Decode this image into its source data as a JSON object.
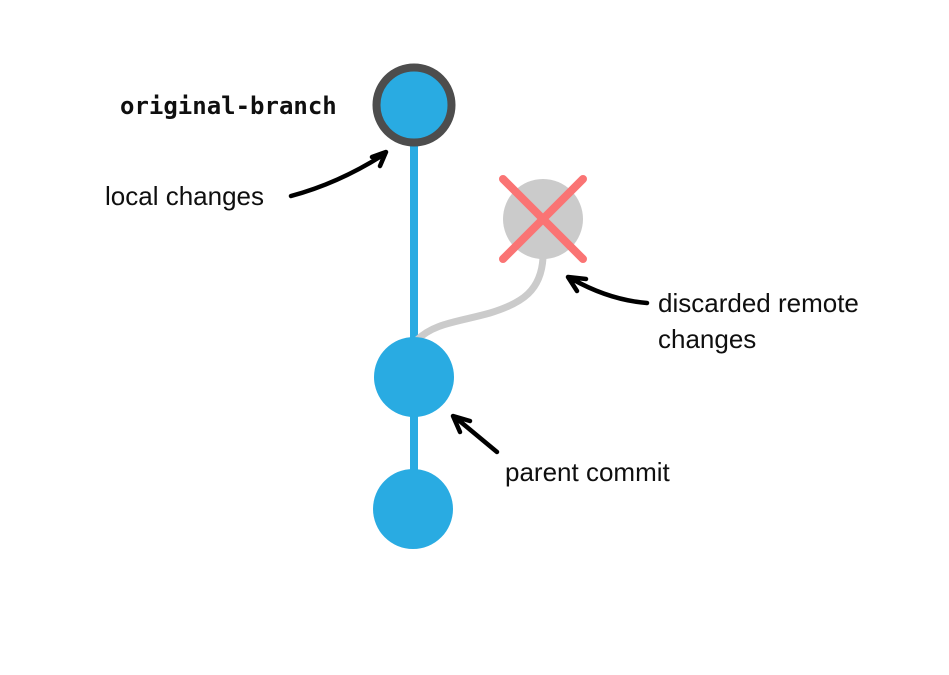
{
  "diagram": {
    "title_context": "git branch diagram",
    "branch_label": "original-branch",
    "annotations": {
      "local_changes": "local changes",
      "discarded_remote_line1": "discarded remote",
      "discarded_remote_line2": "changes",
      "parent_commit": "parent commit"
    }
  },
  "colors": {
    "commit_blue": "#29ABE2",
    "head_ring_gray": "#4D4D4D",
    "discarded_gray": "#CBCBCB",
    "cross_red": "#FA7474",
    "annotation_black": "#0F0F0F",
    "arrow_black": "#000000",
    "background": "#FFFFFF"
  }
}
